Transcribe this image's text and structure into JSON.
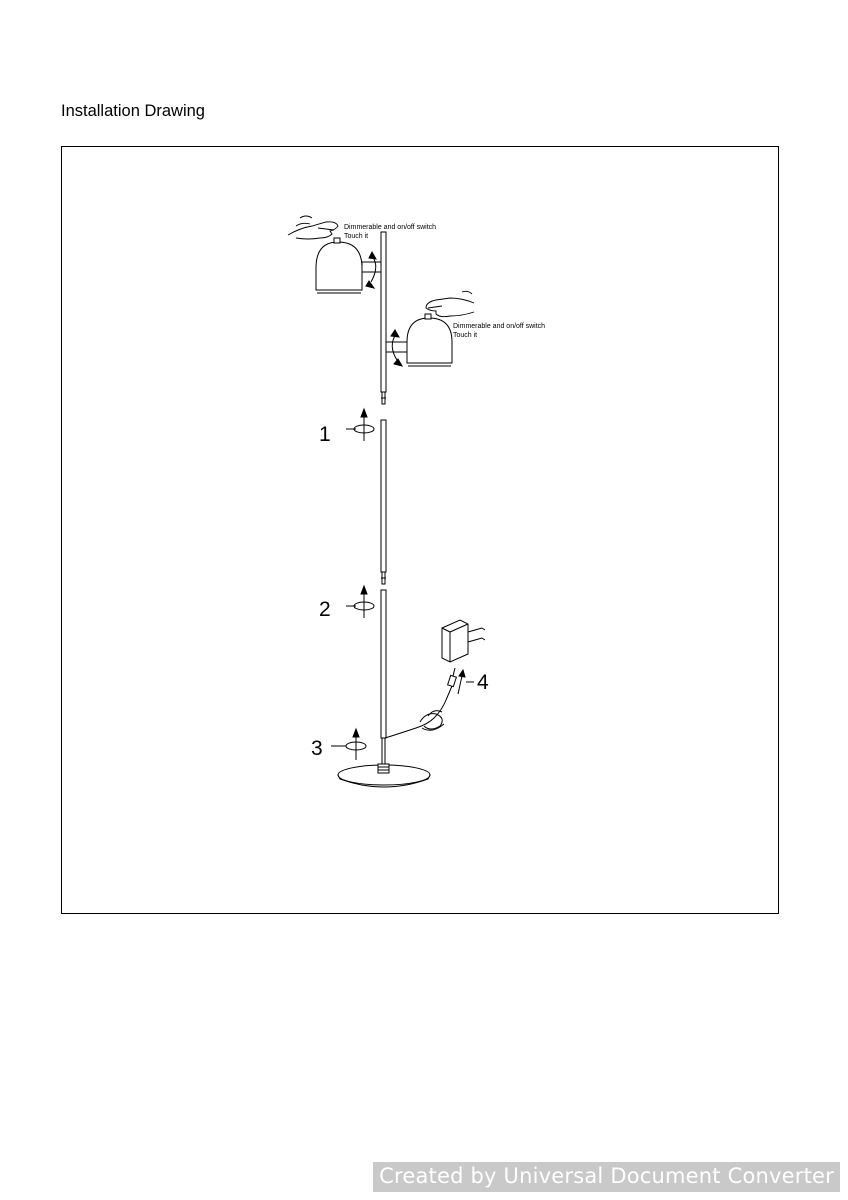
{
  "page": {
    "title": "Installation Drawing"
  },
  "drawing": {
    "switch_note_line1": "Dimmerable and on/off switch",
    "switch_note_line2": "Touch it",
    "steps": [
      "1",
      "2",
      "3",
      "4"
    ]
  },
  "watermark": "Created by Universal Document Converter"
}
